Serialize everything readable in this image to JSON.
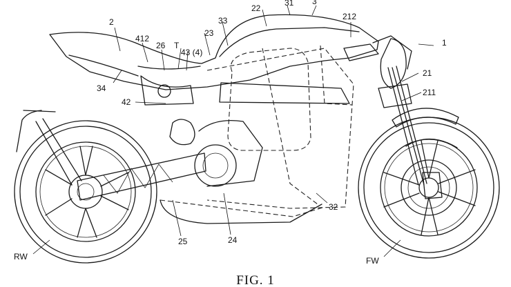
{
  "figure": {
    "caption": "FIG. 1"
  },
  "labels": {
    "l1": "1",
    "l2": "2",
    "l3": "3",
    "l21": "21",
    "l22": "22",
    "l23": "23",
    "l24": "24",
    "l25": "25",
    "l26": "26",
    "l31": "31",
    "l32": "32",
    "l33": "33",
    "l34": "34",
    "l42": "42",
    "l43": "43 (4)",
    "l211": "211",
    "l212": "212",
    "l412": "412",
    "lT": "T",
    "lRW": "RW",
    "lFW": "FW"
  }
}
